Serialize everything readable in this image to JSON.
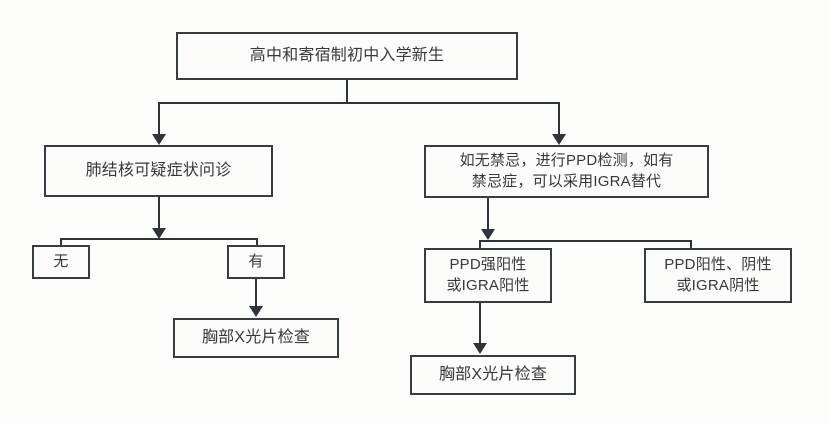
{
  "chart_data": {
    "type": "diagram",
    "diagram_kind": "flowchart",
    "title": "",
    "orientation": "top-down",
    "nodes": [
      {
        "id": "root",
        "label": "高中和寄宿制初中入学新生",
        "shape": "rect"
      },
      {
        "id": "symptom",
        "label": "肺结核可疑症状问诊",
        "shape": "rect"
      },
      {
        "id": "ppd",
        "label": "如无禁忌，进行PPD检测，如有\n禁忌症，可以采用IGRA替代",
        "shape": "rect"
      },
      {
        "id": "none",
        "label": "无",
        "shape": "rect"
      },
      {
        "id": "has",
        "label": "有",
        "shape": "rect"
      },
      {
        "id": "xray_left",
        "label": "胸部X光片检查",
        "shape": "rect"
      },
      {
        "id": "strong_pos",
        "label": "PPD强阳性\n或IGRA阳性",
        "shape": "rect"
      },
      {
        "id": "negative",
        "label": "PPD阳性、阴性\n或IGRA阴性",
        "shape": "rect"
      },
      {
        "id": "xray_right",
        "label": "胸部X光片检查",
        "shape": "rect"
      }
    ],
    "edges": [
      {
        "from": "root",
        "to": "symptom",
        "label": "",
        "arrow": true
      },
      {
        "from": "root",
        "to": "ppd",
        "label": "",
        "arrow": true
      },
      {
        "from": "symptom",
        "to": "none",
        "label": "",
        "arrow": false
      },
      {
        "from": "symptom",
        "to": "has",
        "label": "",
        "arrow": false
      },
      {
        "from": "has",
        "to": "xray_left",
        "label": "",
        "arrow": true
      },
      {
        "from": "ppd",
        "to": "strong_pos",
        "label": "",
        "arrow": false
      },
      {
        "from": "ppd",
        "to": "negative",
        "label": "",
        "arrow": false
      },
      {
        "from": "strong_pos",
        "to": "xray_right",
        "label": "",
        "arrow": true
      }
    ],
    "colors": {
      "background": "#fdfdfb",
      "node_fill": "#fcfcfa",
      "node_border": "#383d45",
      "connector": "#2f333a",
      "text": "#35383d"
    }
  },
  "nodes": {
    "root": "高中和寄宿制初中入学新生",
    "symptom": "肺结核可疑症状问诊",
    "ppd": "如无禁忌，进行PPD检测，如有\n禁忌症，可以采用IGRA替代",
    "none": "无",
    "has": "有",
    "xray_left": "胸部X光片检查",
    "strong_pos": "PPD强阳性\n或IGRA阳性",
    "negative": "PPD阳性、阴性\n或IGRA阴性",
    "xray_right": "胸部X光片检查"
  }
}
